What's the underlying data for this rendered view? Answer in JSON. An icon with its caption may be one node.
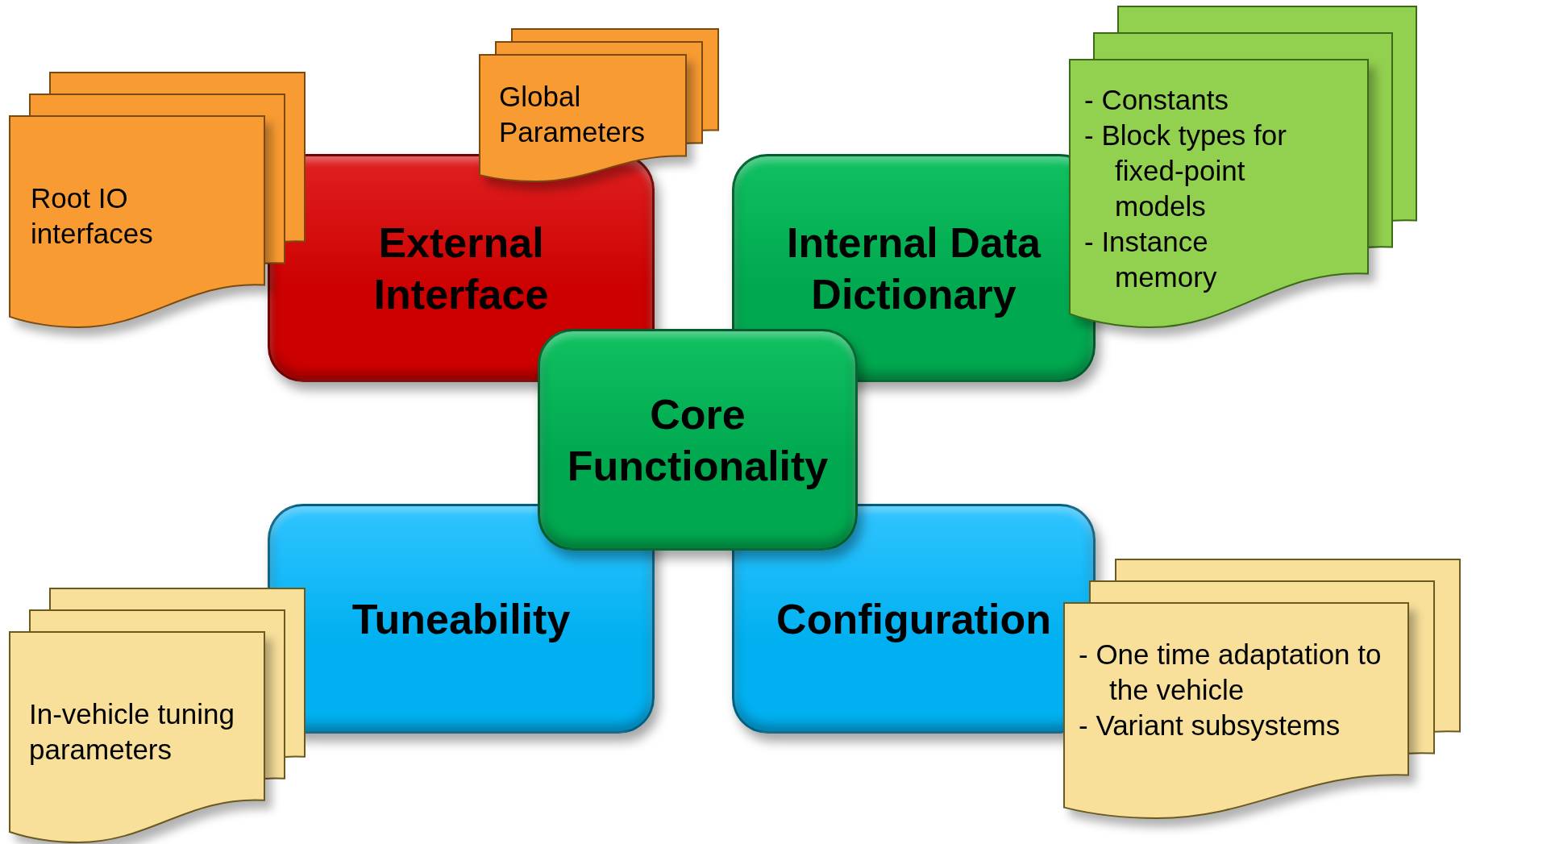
{
  "diagram": {
    "nodes": [
      {
        "text": [
          "Root IO interfaces"
        ]
      },
      {
        "text": [
          "Global Parameters"
        ]
      },
      {
        "text": [
          "External Interface"
        ]
      },
      {
        "text": [
          "Internal Data Dictionary"
        ]
      },
      {
        "text": [
          "- Constants",
          "- Block types for fixed-point models",
          "- Instance memory"
        ]
      },
      {
        "text": [
          "Core Functionality"
        ]
      },
      {
        "text": [
          "In-vehicle tuning parameters"
        ]
      },
      {
        "text": [
          "Tuneability"
        ]
      },
      {
        "text": [
          "Configuration"
        ]
      },
      {
        "text": [
          "- One time adaptation to the vehicle",
          "- Variant subsystems"
        ]
      }
    ]
  }
}
